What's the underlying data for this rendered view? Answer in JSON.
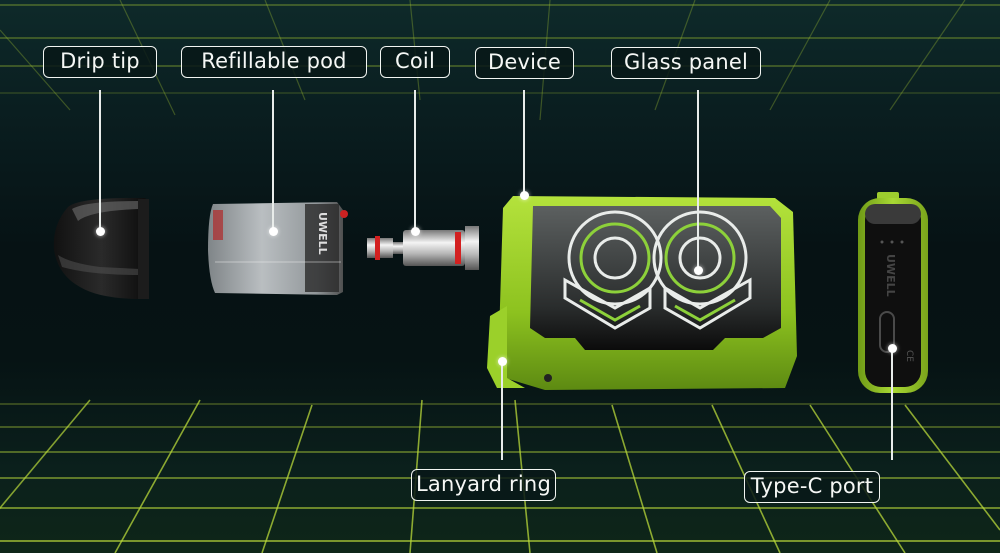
{
  "image": {
    "description": "Exploded view of a pod vape kit with labeled components on a dark green perspective grid background",
    "brand_text_on_parts": "UWELL"
  },
  "colors": {
    "background_top": "#0e2a2a",
    "background_mid": "#061214",
    "grid_line": "#b8d83a",
    "device_green": "#8dc21f",
    "label_border": "#f2f5f2",
    "label_text": "#f5f7f5"
  },
  "labels": [
    {
      "id": "drip-tip",
      "text": "Drip tip"
    },
    {
      "id": "refillable-pod",
      "text": "Refillable pod"
    },
    {
      "id": "coil",
      "text": "Coil"
    },
    {
      "id": "device",
      "text": "Device"
    },
    {
      "id": "glass-panel",
      "text": "Glass panel"
    },
    {
      "id": "lanyard-ring",
      "text": "Lanyard ring"
    },
    {
      "id": "type-c-port",
      "text": "Type-C port"
    }
  ],
  "parts": {
    "pod_brand": "UWELL",
    "side_brand": "UWELL",
    "side_marks": "CE"
  }
}
